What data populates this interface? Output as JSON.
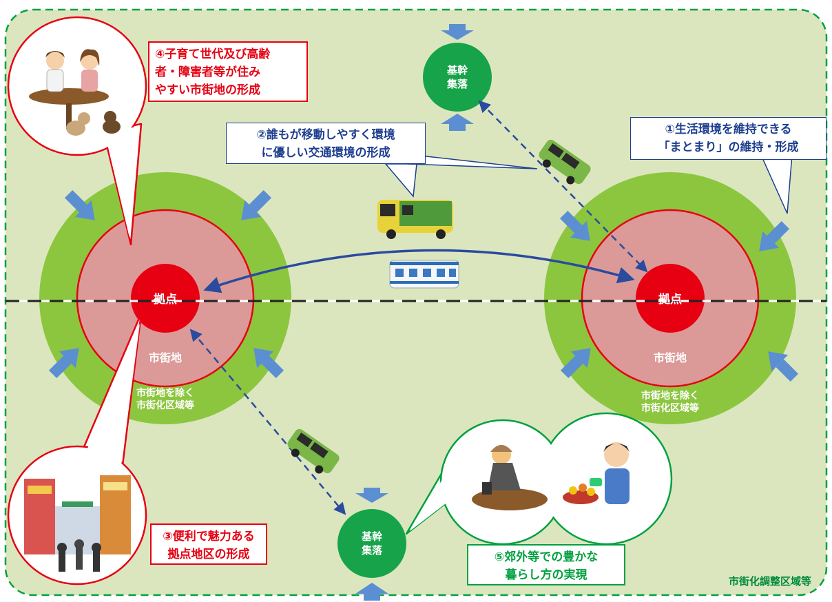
{
  "goals": {
    "g4": "④子育て世代及び高齢\n者・障害者等が住み\nやすい市街地の形成",
    "g2": "②誰もが移動しやすく環境\nに優しい交通環境の形成",
    "g1": "①生活環境を維持できる\n「まとまり」の維持・形成",
    "g3": "③便利で魅力ある\n拠点地区の形成",
    "g5": "⑤郊外等での豊かな\n暮らし方の実現"
  },
  "labels": {
    "hub": "拠点",
    "urban_area": "市街地",
    "outer_area": "市街地を除く\n市街化区域等",
    "village": "基幹\n集落",
    "control_area": "市街化調整区域等"
  },
  "colors": {
    "background": "#dbe6bf",
    "outer_ring": "#8cc63f",
    "urban": "#db9a98",
    "hub": "#e60012",
    "village": "#17a34a",
    "arrow": "#5b8fd1",
    "route": "#2a4b9e",
    "red_accent": "#e60012",
    "blue_accent": "#1e3f8f",
    "green_accent": "#00a040"
  },
  "illustrations": [
    "cafe-scene-icon",
    "shopping-street-icon",
    "farming-gardening-icon",
    "bus-icon",
    "train-icon",
    "taxi-van-icon"
  ]
}
